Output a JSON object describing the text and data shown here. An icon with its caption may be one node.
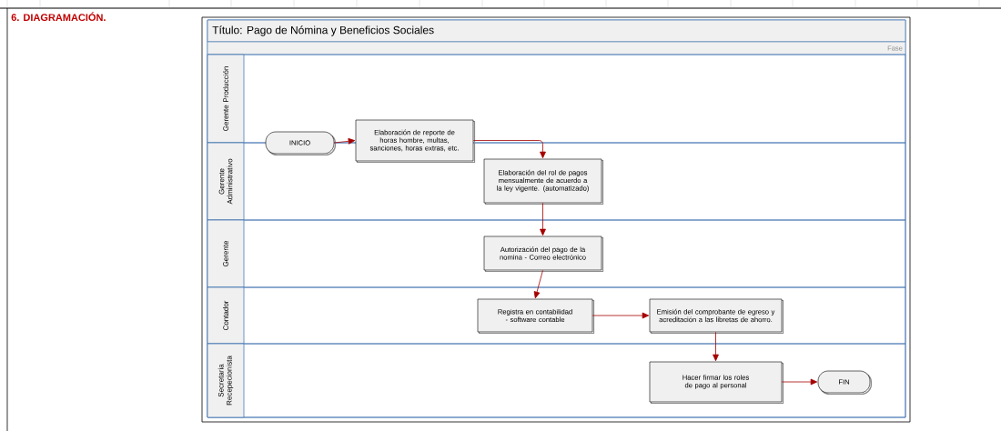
{
  "diagram": {
    "nodes": [
      {
        "text": [
          "Título: Pago de Nómina y Beneficios Sociales"
        ]
      },
      {
        "text": [
          "Gerente Producción"
        ],
        "in": 0
      },
      {
        "text": [
          "Gerente Administrativo"
        ],
        "in": 0
      },
      {
        "text": [
          "Gerente"
        ],
        "in": 0
      },
      {
        "text": [
          "Contador"
        ],
        "in": 0
      },
      {
        "text": [
          "Secretaria Recepecionista"
        ],
        "in": 0
      },
      {
        "text": [
          "INICIO"
        ],
        "in": 0
      },
      {
        "text": [
          "Elaboración de reporte de horas hombre, multas, sanciones, horas extras, etc."
        ],
        "in": 0
      },
      {
        "text": [
          "Elaboración del rol de pagos mensualmente de acuerdo a la ley vigente. (automatizado)"
        ],
        "in": 2
      },
      {
        "text": [
          "Autorización del pago de la nomina - Correo electrónico"
        ],
        "in": 3
      },
      {
        "text": [
          "Registra en contabilidad - software contable"
        ],
        "in": 4
      },
      {
        "text": [
          "Emisión del comprobante de egreso y acreditación a las libretas de ahorro."
        ],
        "in": 4
      },
      {
        "text": [
          "Hacer firmar los roles de pago al personal"
        ],
        "in": 5
      },
      {
        "text": [
          "FIN"
        ],
        "in": 5
      }
    ],
    "edges": [
      {
        "from": 6,
        "to": 7,
        "arrow": "to"
      },
      {
        "from": 7,
        "to": 8,
        "arrow": "to"
      },
      {
        "from": 8,
        "to": 9,
        "arrow": "to"
      },
      {
        "from": 9,
        "to": 10,
        "arrow": "to"
      },
      {
        "from": 10,
        "to": 11,
        "arrow": "to"
      },
      {
        "from": 11,
        "to": 12,
        "arrow": "to"
      },
      {
        "from": 12,
        "to": 13,
        "arrow": "to"
      }
    ],
    "labels": [
      "6. DIAGRAMACIÓN.",
      "Fase"
    ]
  }
}
